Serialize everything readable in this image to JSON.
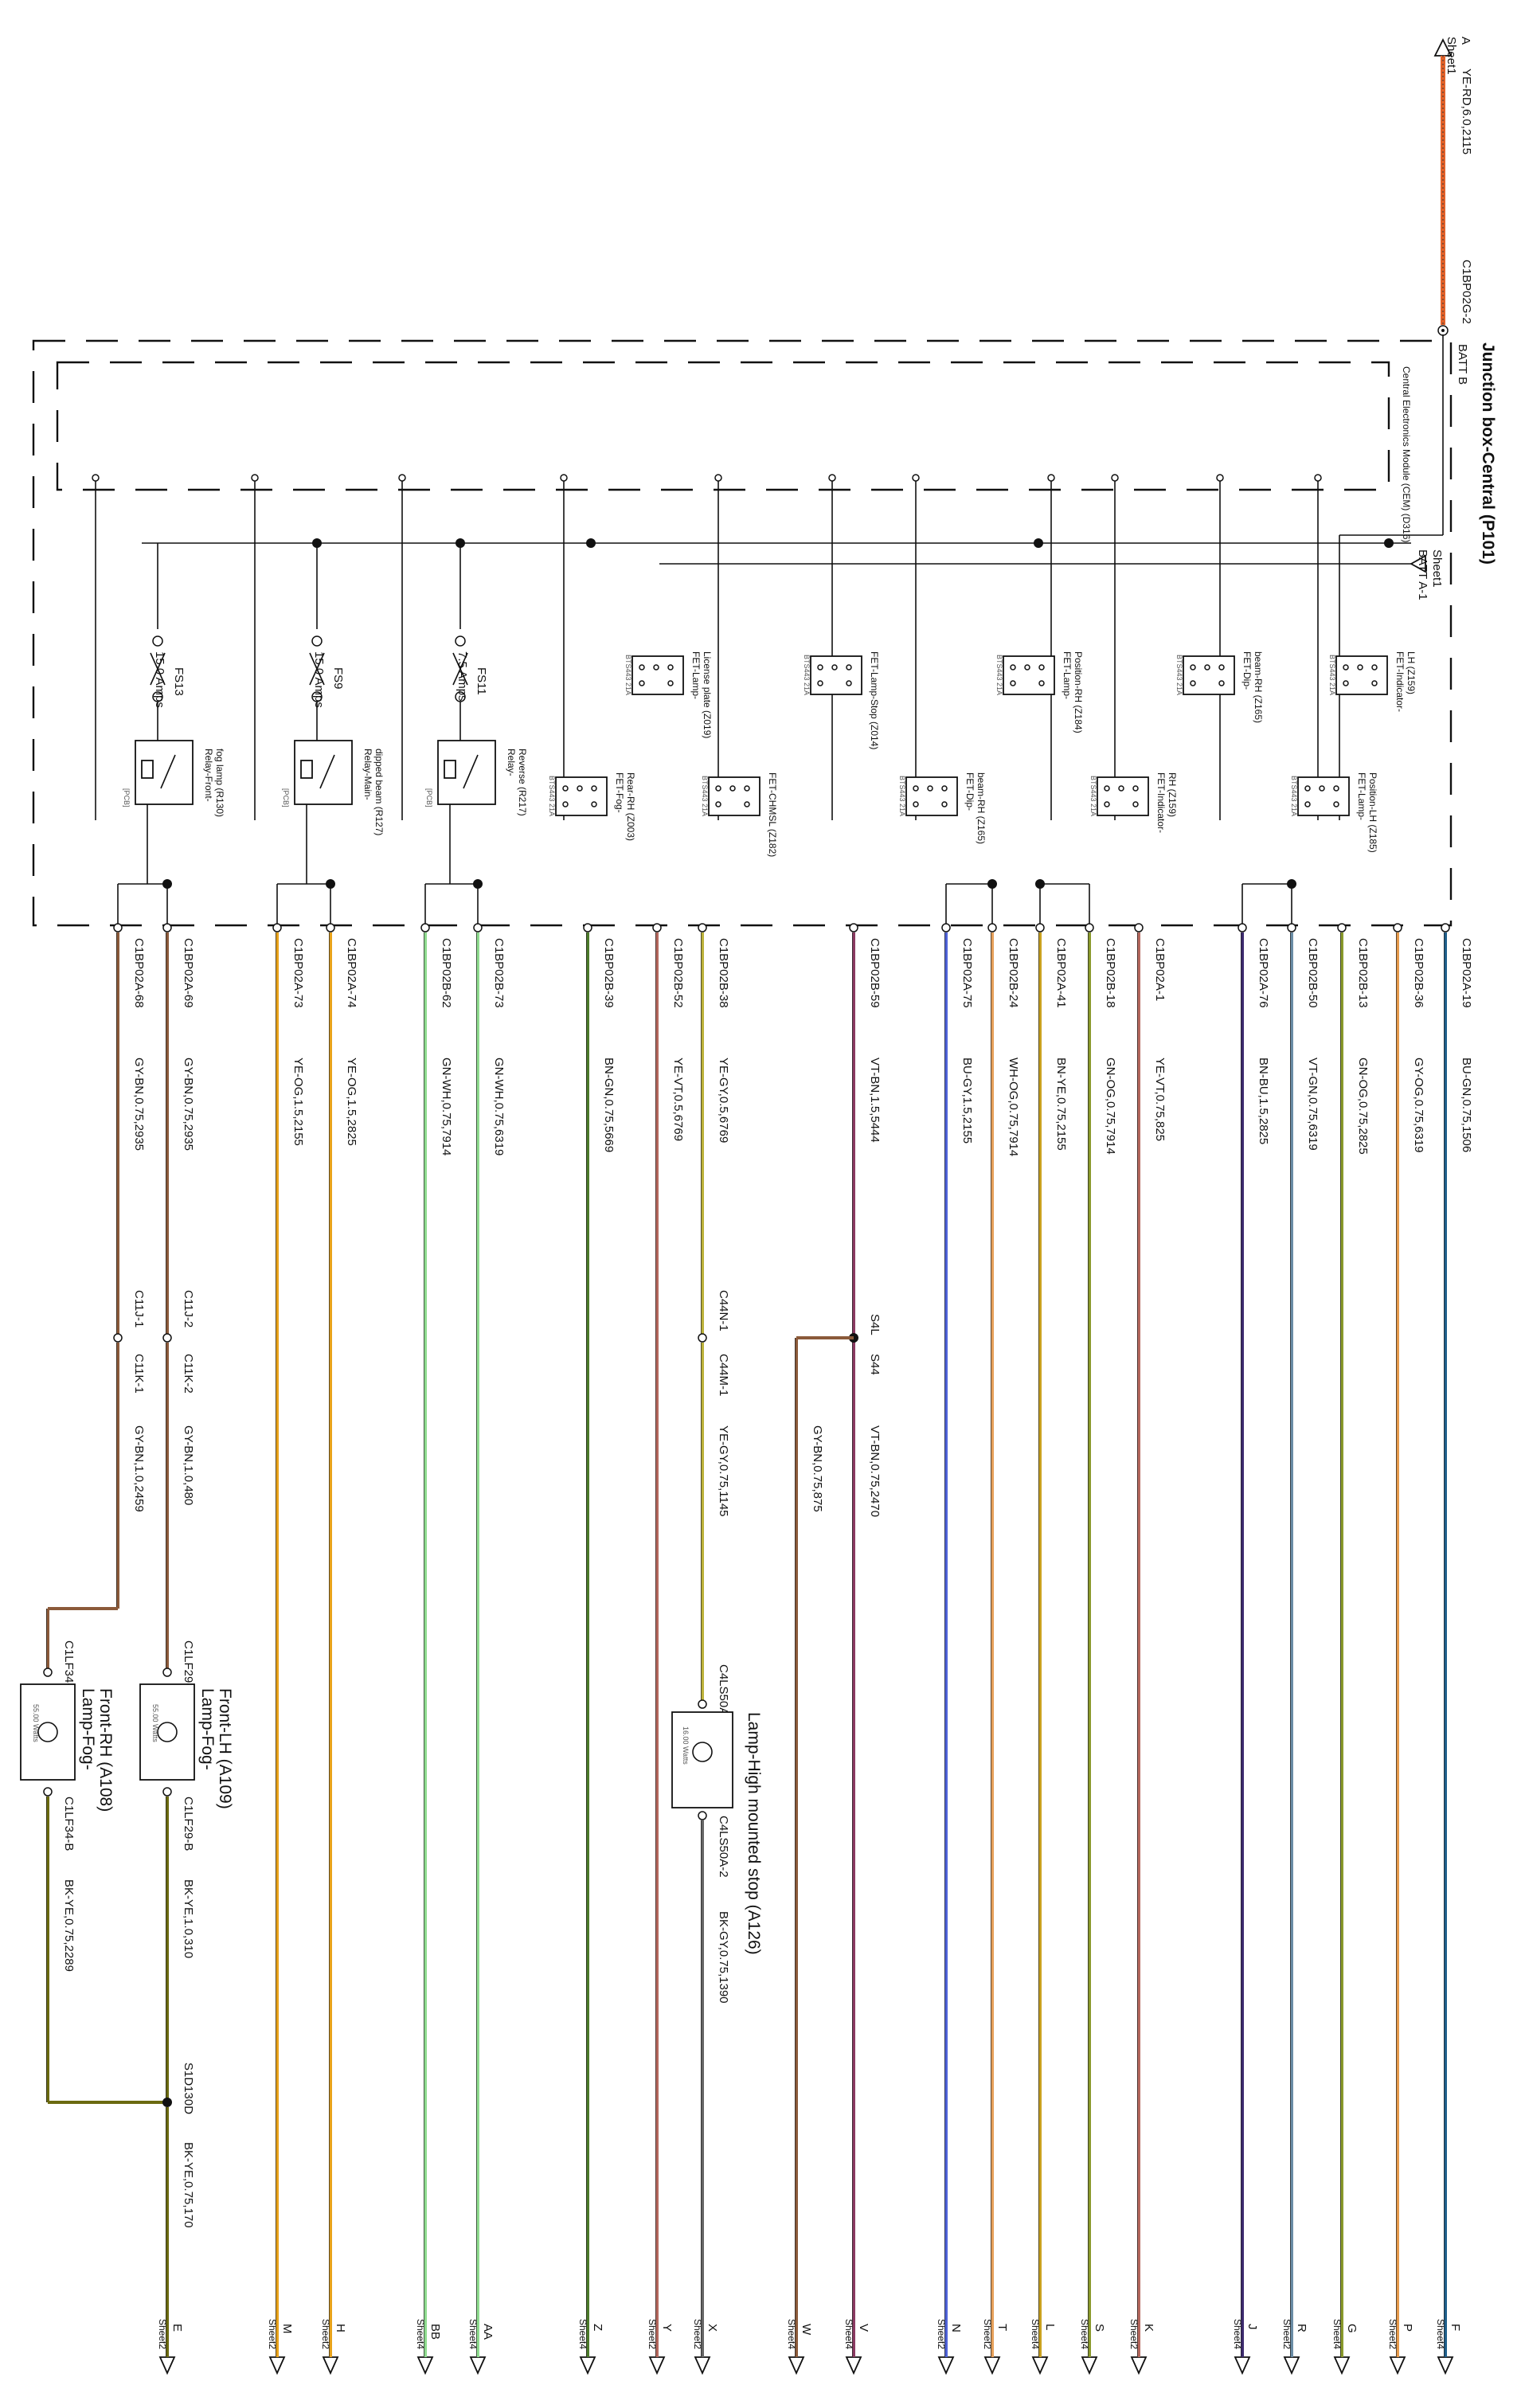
{
  "title": "Junction box-Central (P101)",
  "module": "Central Electronics Module (CEM) (D316)",
  "batt_b": "BATT B",
  "batt_a": "BATT A-1",
  "top_connector": "A",
  "top_wire": "YE-RD,6.0,2115",
  "top_pin": "C1BP02G-2",
  "top_sheet": "Sheet1",
  "batt_a_sheet": "Sheet1",
  "pcb": "[PCB]",
  "fet_part": "BTS443 21A",
  "fuses": [
    {
      "id": "FS13",
      "rating": "15.0 Amps"
    },
    {
      "id": "FS9",
      "rating": "15.0 Amps"
    },
    {
      "id": "FS11",
      "rating": "7.5 Amps"
    }
  ],
  "relays": [
    {
      "l1": "Relay-Front-",
      "l2": "fog lamp (R130)"
    },
    {
      "l1": "Relay-Main-",
      "l2": "dipped beam (R127)"
    },
    {
      "l1": "Relay-",
      "l2": "Reverse (R217)"
    }
  ],
  "fets": [
    {
      "l1": "FET-Indicator-",
      "l2": "LH (Z159)"
    },
    {
      "l1": "FET-Dip-",
      "l2": "beam-RH (Z165)"
    },
    {
      "l1": "FET-Lamp-",
      "l2": "Position-RH (Z184)"
    },
    {
      "l1": "FET-Lamp-Stop (Z014)",
      "l2": ""
    },
    {
      "l1": "FET-Lamp-",
      "l2": "License plate (Z019)"
    },
    {
      "l1": "FET-Lamp-",
      "l2": "Position-LH (Z185)"
    },
    {
      "l1": "FET-Indicator-",
      "l2": "RH (Z159)"
    },
    {
      "l1": "FET-Dip-",
      "l2": "beam-RH (Z165)"
    },
    {
      "l1": "FET-CHMSL (Z182)",
      "l2": ""
    },
    {
      "l1": "FET-Fog-",
      "l2": "Rear-RH (Z003)"
    }
  ],
  "pins": [
    "C1BP02A-19",
    "C1BP02B-36",
    "C1BP02B-13",
    "C1BP02B-50",
    "C1BP02A-76",
    "C1BP02A-1",
    "C1BP02B-18",
    "C1BP02A-41",
    "C1BP02B-24",
    "C1BP02A-75",
    "C1BP02B-59",
    "C1BP02B-38",
    "C1BP02B-52",
    "C1BP02B-39",
    "C1BP02B-73",
    "C1BP02B-62",
    "C1BP02A-74",
    "C1BP02A-73",
    "C1BP02A-69",
    "C1BP02A-68"
  ],
  "wires": [
    "BU-GN,0.75,1506",
    "GY-OG,0.75,6319",
    "GN-OG,0.75,2825",
    "VT-GN,0.75,6319",
    "BN-BU,1.5,2825",
    "YE-VT,0.75,825",
    "GN-OG,0.75,7914",
    "BN-YE,0.75,2155",
    "WH-OG,0.75,7914",
    "BU-GY,1.5,2155",
    "VT-BN,1.5,5444",
    "YE-GY,0.5,6769",
    "YE-VT,0.5,6769",
    "BN-GN,0.75,5669",
    "GN-WH,0.75,6319",
    "GN-WH,0.75,7914",
    "YE-OG,1.5,2825",
    "YE-OG,1.5,2155",
    "GY-BN,0.75,2935",
    "GY-BN,0.75,2935"
  ],
  "ends": [
    {
      "letter": "F",
      "sheet": "Sheet4"
    },
    {
      "letter": "P",
      "sheet": "Sheet2"
    },
    {
      "letter": "G",
      "sheet": "Sheet4"
    },
    {
      "letter": "R",
      "sheet": "Sheet2"
    },
    {
      "letter": "J",
      "sheet": "Sheet4"
    },
    {
      "letter": "K",
      "sheet": "Sheet2"
    },
    {
      "letter": "S",
      "sheet": "Sheet4"
    },
    {
      "letter": "L",
      "sheet": "Sheet4"
    },
    {
      "letter": "T",
      "sheet": "Sheet2"
    },
    {
      "letter": "N",
      "sheet": "Sheet2"
    },
    {
      "letter": "V",
      "sheet": "Sheet4"
    },
    {
      "letter": "X",
      "sheet": "Sheet2"
    },
    {
      "letter": "Y",
      "sheet": "Sheet2"
    },
    {
      "letter": "Z",
      "sheet": "Sheet4"
    },
    {
      "letter": "AA",
      "sheet": "Sheet4"
    },
    {
      "letter": "BB",
      "sheet": "Sheet4"
    },
    {
      "letter": "H",
      "sheet": "Sheet2"
    },
    {
      "letter": "M",
      "sheet": "Sheet2"
    },
    {
      "letter": "E",
      "sheet": "Sheet2"
    },
    {
      "letter": "W",
      "sheet": "Sheet4"
    }
  ],
  "splice_s44": {
    "name": "S44",
    "pin": "S4L",
    "wire_out": "VT-BN,0.75,2470",
    "wire_branch": "GY-BN,0.75,875"
  },
  "conn_c44": {
    "pin_in": "C44N-1",
    "pin_out": "C44M-1",
    "wire_out": "YE-GY,0.75,1145"
  },
  "conn_c11": {
    "a_in": "C11J-1",
    "a_out": "C11K-1",
    "a_wire": "GY-BN,1.0,2459",
    "b_in": "C11J-2",
    "b_out": "C11K-2",
    "b_wire": "GY-BN,1.0,480"
  },
  "lamp_high": {
    "l1": "Lamp-High mounted stop (A126)",
    "watts": "16.00 Watts",
    "pin_a": "C4LS50A-1",
    "pin_b": "C4LS50A-2",
    "wire_b": "BK-GY,0.75,1390"
  },
  "lamp_fog_lh": {
    "l1": "Lamp-Fog-",
    "l2": "Front-LH (A109)",
    "watts": "55.00 Watts",
    "pin_a": "C1LF29-A",
    "pin_b": "C1LF29-B",
    "wire_b": "BK-YE,1.0,310"
  },
  "lamp_fog_rh": {
    "l1": "Lamp-Fog-",
    "l2": "Front-RH (A108)",
    "watts": "55.00 Watts",
    "pin_a": "C1LF34-A",
    "pin_b": "C1LF34-B",
    "wire_b": "BK-YE,0.75,2289"
  },
  "splice_s1d": {
    "pin": "S1D130D",
    "wire_out": "BK-YE,0.75,170"
  },
  "colors": {
    "BU-GN": "#1f5f8b",
    "GY-OG": "#e69a4b",
    "GN-OG": "#8a9a2c",
    "VT-GN": "#6b8da6",
    "BN-BU": "#3c2a6e",
    "YE-VT": "#b5685e",
    "BN-YE": "#c9a11f",
    "WH-OG": "#e6a05a",
    "BU-GY": "#4f63d8",
    "VT-BN": "#8b3a62",
    "YE-GY": "#bcb23a",
    "BN-GN": "#4c7a2a",
    "GN-WH": "#8fdc8f",
    "YE-OG": "#e8a21a",
    "GY-BN": "#8b5a3a",
    "BK-YE": "#6b6a10",
    "BK-GY": "#666666",
    "YE-RD": "#e2622a"
  }
}
